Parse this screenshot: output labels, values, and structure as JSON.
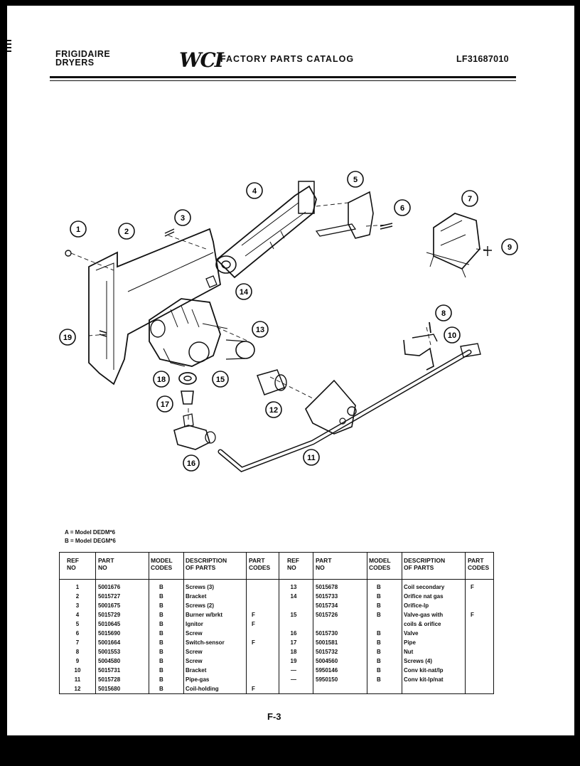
{
  "header": {
    "brand_line1": "FRIGIDAIRE",
    "brand_line2": "DRYERS",
    "logo_text": "WCI",
    "catalog_title": "FACTORY PARTS CATALOG",
    "catalog_number": "LF31687010"
  },
  "callouts": [
    "1",
    "2",
    "3",
    "4",
    "5",
    "6",
    "7",
    "8",
    "9",
    "10",
    "11",
    "12",
    "13",
    "14",
    "15",
    "16",
    "17",
    "18",
    "19"
  ],
  "legend": {
    "line_a": "A = Model DEDM*6",
    "line_b": "B = Model DEGM*6"
  },
  "table": {
    "headers": {
      "ref": [
        "REF",
        "NO"
      ],
      "part": [
        "PART",
        "NO"
      ],
      "model": [
        "MODEL",
        "CODES"
      ],
      "desc": [
        "DESCRIPTION",
        "OF PARTS"
      ],
      "codes": [
        "PART",
        "CODES"
      ]
    },
    "left_rows": [
      {
        "ref": "1",
        "part": "5001676",
        "model": "B",
        "desc": "Screws (3)",
        "code": ""
      },
      {
        "ref": "2",
        "part": "5015727",
        "model": "B",
        "desc": "Bracket",
        "code": ""
      },
      {
        "ref": "3",
        "part": "5001675",
        "model": "B",
        "desc": "Screws (2)",
        "code": ""
      },
      {
        "ref": "4",
        "part": "5015729",
        "model": "B",
        "desc": "Burner w/brkt",
        "code": "F"
      },
      {
        "ref": "5",
        "part": "5010645",
        "model": "B",
        "desc": "Ignitor",
        "code": "F"
      },
      {
        "ref": "6",
        "part": "5015690",
        "model": "B",
        "desc": "Screw",
        "code": ""
      },
      {
        "ref": "7",
        "part": "5001664",
        "model": "B",
        "desc": "Switch-sensor",
        "code": "F"
      },
      {
        "ref": "8",
        "part": "5001553",
        "model": "B",
        "desc": "Screw",
        "code": ""
      },
      {
        "ref": "9",
        "part": "5004580",
        "model": "B",
        "desc": "Screw",
        "code": ""
      },
      {
        "ref": "10",
        "part": "5015731",
        "model": "B",
        "desc": "Bracket",
        "code": ""
      },
      {
        "ref": "11",
        "part": "5015728",
        "model": "B",
        "desc": "Pipe-gas",
        "code": ""
      },
      {
        "ref": "12",
        "part": "5015680",
        "model": "B",
        "desc": "Coil-holding",
        "code": "F"
      }
    ],
    "right_rows": [
      {
        "ref": "13",
        "part": "5015678",
        "model": "B",
        "desc": "Coil secondary",
        "code": "F"
      },
      {
        "ref": "14",
        "part": "5015733",
        "model": "B",
        "desc": "Orifice nat gas",
        "code": ""
      },
      {
        "ref": "",
        "part": "5015734",
        "model": "B",
        "desc": "Orifice-lp",
        "code": ""
      },
      {
        "ref": "15",
        "part": "5015726",
        "model": "B",
        "desc": "Valve-gas with",
        "code": "F"
      },
      {
        "ref": "",
        "part": "",
        "model": "",
        "desc": "coils & orifice",
        "code": ""
      },
      {
        "ref": "16",
        "part": "5015730",
        "model": "B",
        "desc": "Valve",
        "code": ""
      },
      {
        "ref": "17",
        "part": "5001581",
        "model": "B",
        "desc": "Pipe",
        "code": ""
      },
      {
        "ref": "18",
        "part": "5015732",
        "model": "B",
        "desc": "Nut",
        "code": ""
      },
      {
        "ref": "19",
        "part": "5004560",
        "model": "B",
        "desc": "Screws (4)",
        "code": ""
      },
      {
        "ref": "—",
        "part": "5950146",
        "model": "B",
        "desc": "Conv kit-nat/lp",
        "code": ""
      },
      {
        "ref": "—",
        "part": "5950150",
        "model": "B",
        "desc": "Conv kit-lp/nat",
        "code": ""
      }
    ]
  },
  "footer": {
    "page": "F-3"
  }
}
